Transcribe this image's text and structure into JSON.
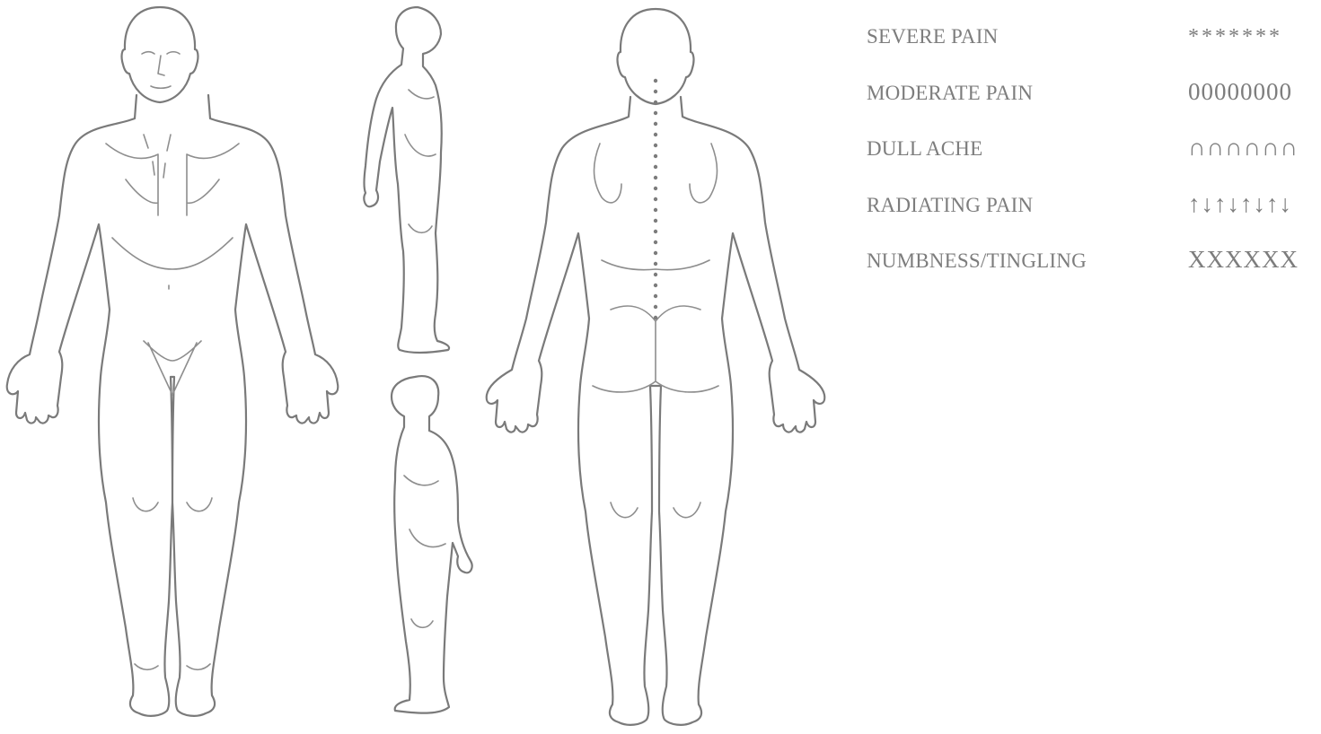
{
  "legend": [
    {
      "label": "SEVERE PAIN",
      "symbol": "*******"
    },
    {
      "label": "MODERATE PAIN",
      "symbol": "00000000"
    },
    {
      "label": "DULL ACHE",
      "symbol": "∩∩∩∩∩∩"
    },
    {
      "label": "RADIATING PAIN",
      "symbol": "↑↓↑↓↑↓↑↓"
    },
    {
      "label": "NUMBNESS/TINGLING",
      "symbol": "XXXXXX"
    }
  ],
  "figures": {
    "front": "front-view",
    "side_upper": "side-view-right",
    "side_lower": "side-view-left",
    "back": "back-view"
  },
  "colors": {
    "line": "#7a7a7a",
    "text": "#7d7d7d",
    "background": "#ffffff"
  }
}
